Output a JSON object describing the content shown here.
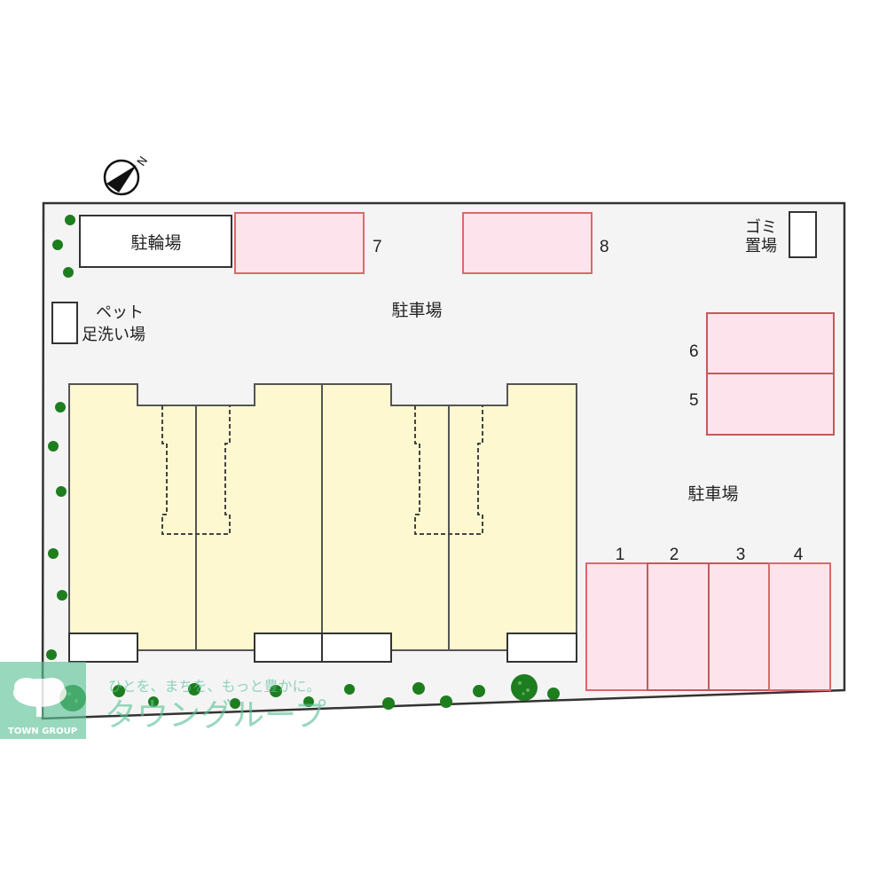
{
  "diagram": {
    "type": "site-plan",
    "colors": {
      "site_fill": "#f4f4f5",
      "outline": "#333333",
      "building_fill": "#fdf8cf",
      "parking_fill": "#fde4ec",
      "parking_stroke": "#d86a6a",
      "tree": "#1e7d1e",
      "watermark": "#5ec49a"
    },
    "compass": {
      "label": "N"
    },
    "labels": {
      "bicycle_parking": "駐輪場",
      "pet_footwash_line1": "ペット",
      "pet_footwash_line2": "足洗い場",
      "garbage_line1": "ゴミ",
      "garbage_line2": "置場",
      "parking_top": "駐車場",
      "parking_right": "駐車場"
    },
    "parking_spaces": [
      {
        "number": "1"
      },
      {
        "number": "2"
      },
      {
        "number": "3"
      },
      {
        "number": "4"
      },
      {
        "number": "5"
      },
      {
        "number": "6"
      },
      {
        "number": "7"
      },
      {
        "number": "8"
      }
    ],
    "watermark": {
      "slogan": "ひとを、まちを、もっと豊かに。",
      "brand": "タウングループ",
      "logo_text": "TOWN GROUP"
    }
  }
}
